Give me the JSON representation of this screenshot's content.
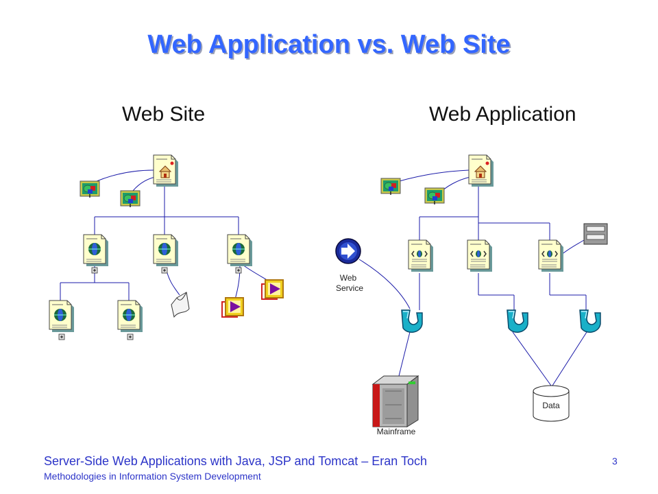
{
  "slide": {
    "title": "Web Application vs. Web Site",
    "left_heading": "Web Site",
    "right_heading": "Web Application",
    "page_number": "3",
    "footer_line1": "Server-Side Web Applications with Java, JSP and Tomcat – Eran Toch",
    "footer_line2": "Methodologies in Information System Development"
  },
  "diagram": {
    "labels": {
      "web_service_line1": "Web",
      "web_service_line2": "Service",
      "data": "Data",
      "mainframe": "Mainframe"
    },
    "icons": {
      "home_page": "home-page-icon",
      "page": "page-icon",
      "image": "image-icon",
      "media": "media-icon",
      "document": "document-icon",
      "script_page": "script-page-icon",
      "web_service": "web-service-icon",
      "connector": "connector-icon",
      "database": "database-icon",
      "mainframe": "mainframe-icon",
      "server": "server-icon"
    },
    "colors": {
      "link": "#1a1aa8",
      "page_fill": "#ffffcc",
      "page_shadow": "#6a9a9a",
      "connector": "#1ab0c8",
      "title": "#3366ff",
      "footer": "#2c34c8"
    }
  }
}
